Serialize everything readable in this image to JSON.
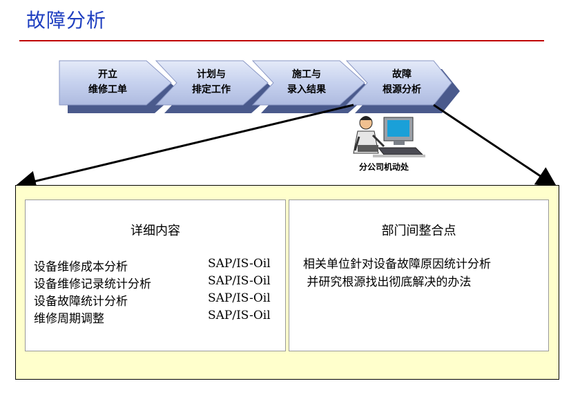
{
  "page": {
    "title": "故障分析"
  },
  "process": {
    "steps": [
      {
        "line1": "开立",
        "line2": "维修工单"
      },
      {
        "line1": "计划与",
        "line2": "排定工作"
      },
      {
        "line1": "施工与",
        "line2": "录入结果"
      },
      {
        "line1": "故障",
        "line2": "根源分析"
      }
    ],
    "actor_label": "分公司机动处"
  },
  "details": {
    "title": "详细内容",
    "items": [
      {
        "name": "设备维修成本分析",
        "system": "SAP/IS-Oil"
      },
      {
        "name": "设备维修记录统计分析",
        "system": "SAP/IS-Oil"
      },
      {
        "name": "设备故障统计分析",
        "system": "SAP/IS-Oil"
      },
      {
        "name": "维修周期调整",
        "system": "SAP/IS-Oil"
      }
    ]
  },
  "department": {
    "title": "部门间整合点",
    "line1": "相关单位針对设备故障原因统计分析",
    "line2": " 并研究根源找出彻底解决的办法"
  },
  "colors": {
    "title": "#1f3fc0",
    "rule": "#c00000",
    "chevron_fill": "#c9d4f0",
    "chevron_shadow": "#4a5a8c",
    "panel": "#ffffcc"
  }
}
